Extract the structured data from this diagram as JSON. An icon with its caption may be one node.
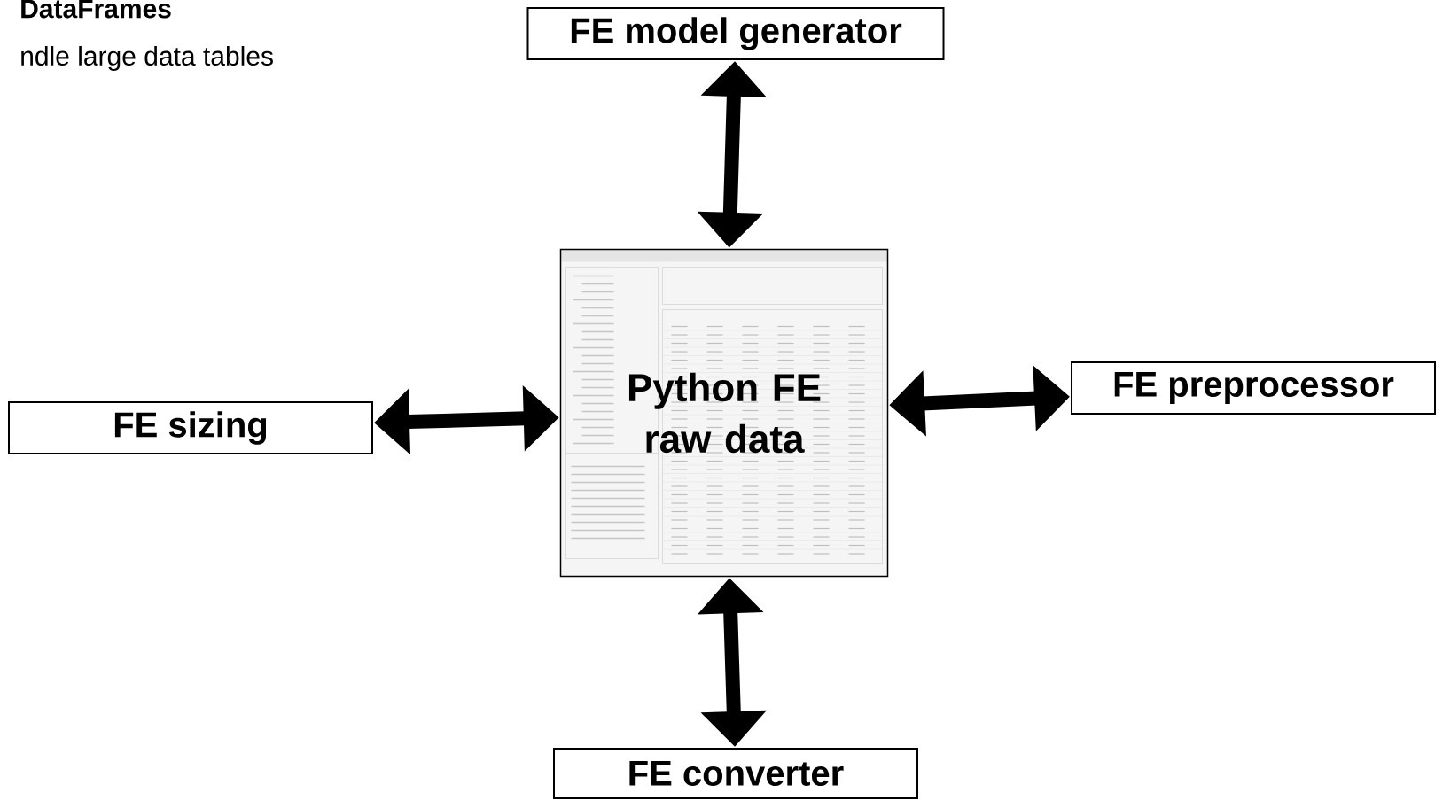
{
  "diagram": {
    "nodes": [
      {
        "text": [
          "FE model generator"
        ]
      },
      {
        "text": [
          "FE sizing"
        ]
      },
      {
        "text": [
          "Python FE raw data"
        ]
      },
      {
        "text": [
          "FE preprocessor"
        ]
      },
      {
        "text": [
          "FE converter"
        ]
      }
    ],
    "edges": [
      {
        "from": 0,
        "to": 2,
        "arrow": "both"
      },
      {
        "from": 1,
        "to": 2,
        "arrow": "both"
      },
      {
        "from": 2,
        "to": 3,
        "arrow": "both"
      },
      {
        "from": 2,
        "to": 4,
        "arrow": "both"
      }
    ],
    "labels": [
      "DataFrames",
      "ndle large data tables"
    ]
  }
}
